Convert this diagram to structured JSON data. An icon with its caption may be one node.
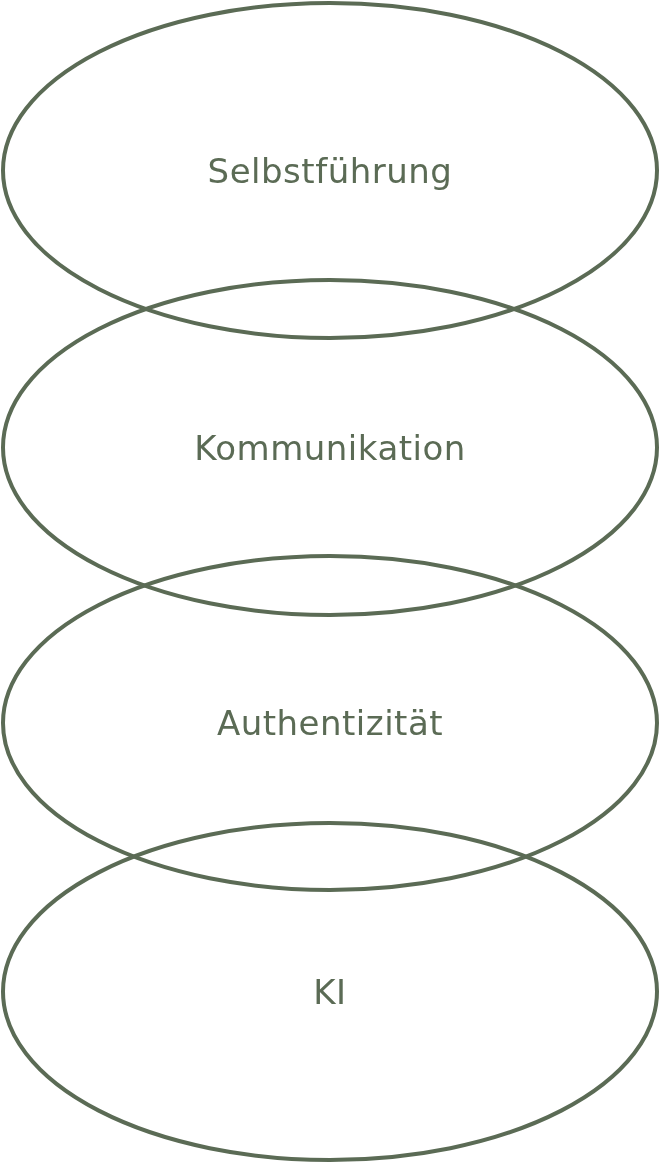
{
  "diagram": {
    "nodes": [
      {
        "text": [
          "Selbstführung"
        ]
      },
      {
        "text": [
          "Kommunikation"
        ]
      },
      {
        "text": [
          "Authentizität"
        ]
      },
      {
        "text": [
          "KI"
        ]
      }
    ]
  }
}
